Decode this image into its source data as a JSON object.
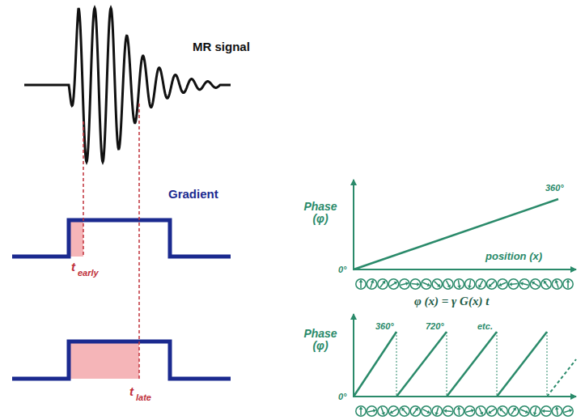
{
  "diagram": {
    "labels": [
      "MR signal",
      "Gradient",
      "t",
      "early",
      "t",
      "late",
      "Phase (φ)",
      "position (x)",
      "360°",
      "0°",
      "φ (x) = γ G(x) t",
      "Phase (φ)",
      "360°",
      "720°",
      "etc.",
      "0°"
    ]
  }
}
